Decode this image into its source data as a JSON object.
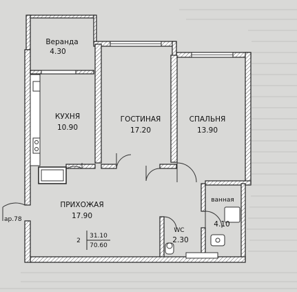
{
  "rooms": {
    "veranda": {
      "name": "Веранда",
      "area": "4.30"
    },
    "kitchen": {
      "name": "КУХНЯ",
      "area": "10.90"
    },
    "living": {
      "name": "ГОСТИНАЯ",
      "area": "17.20"
    },
    "bedroom": {
      "name": "СПАЛЬНЯ",
      "area": "13.90"
    },
    "hallway": {
      "name": "ПРИХОЖАЯ",
      "area": "17.90"
    },
    "bathroom": {
      "name": "ванная",
      "area": "4.10"
    },
    "wc": {
      "name": "WC",
      "area": "2.30"
    }
  },
  "apartment": {
    "label": "ap.78"
  },
  "summary": {
    "rooms": "2",
    "living_area": "31.10",
    "total_area": "70.60"
  },
  "colors": {
    "background": "#d9d9d7",
    "walls": "#ffffff",
    "lines": "#222222"
  }
}
